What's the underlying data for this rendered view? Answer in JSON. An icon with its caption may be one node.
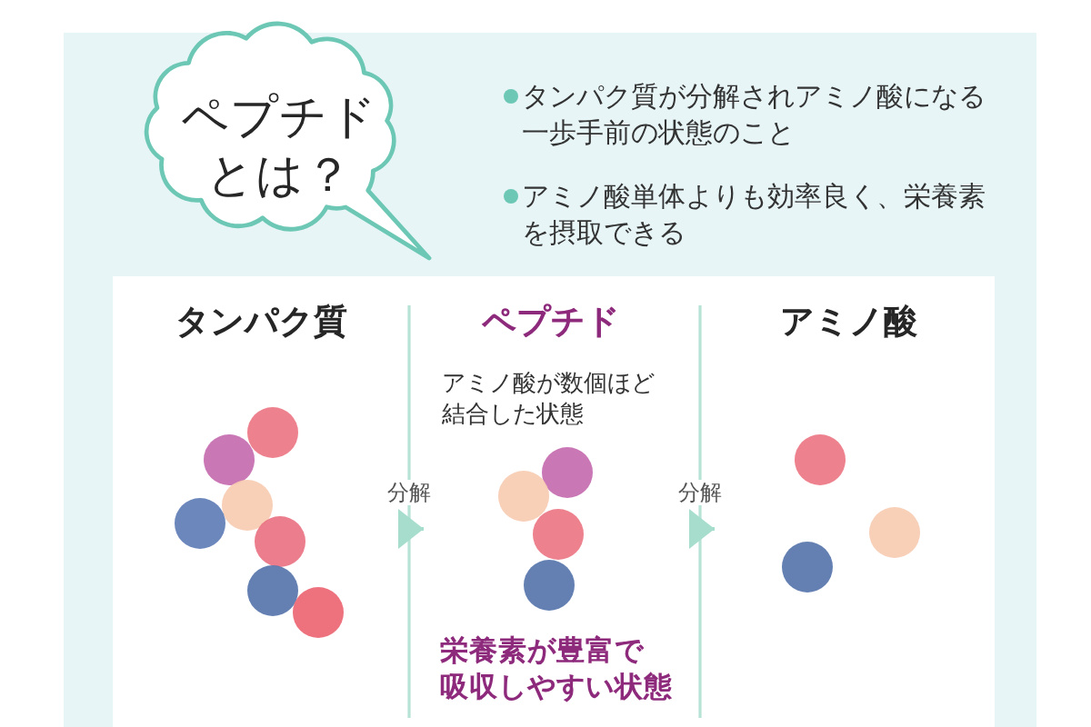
{
  "diagram": {
    "nodes": [
      {
        "text": [
          "ペプチドとは？"
        ]
      },
      {
        "text": [
          "タンパク質"
        ]
      },
      {
        "text": [
          "ペプチド",
          "アミノ酸が数個ほど結合した状態",
          "栄養素が豊富で吸収しやすい状態"
        ]
      },
      {
        "text": [
          "アミノ酸"
        ]
      }
    ],
    "edges": [
      {
        "from": 1,
        "to": 2,
        "arrow": "to",
        "label": "分解"
      },
      {
        "from": 2,
        "to": 3,
        "arrow": "to",
        "label": "分解"
      }
    ],
    "labels": [
      "タンパク質が分解されアミノ酸になる一歩手前の状態のこと",
      "アミノ酸単体よりも効率良く、栄養素を摂取できる"
    ]
  }
}
